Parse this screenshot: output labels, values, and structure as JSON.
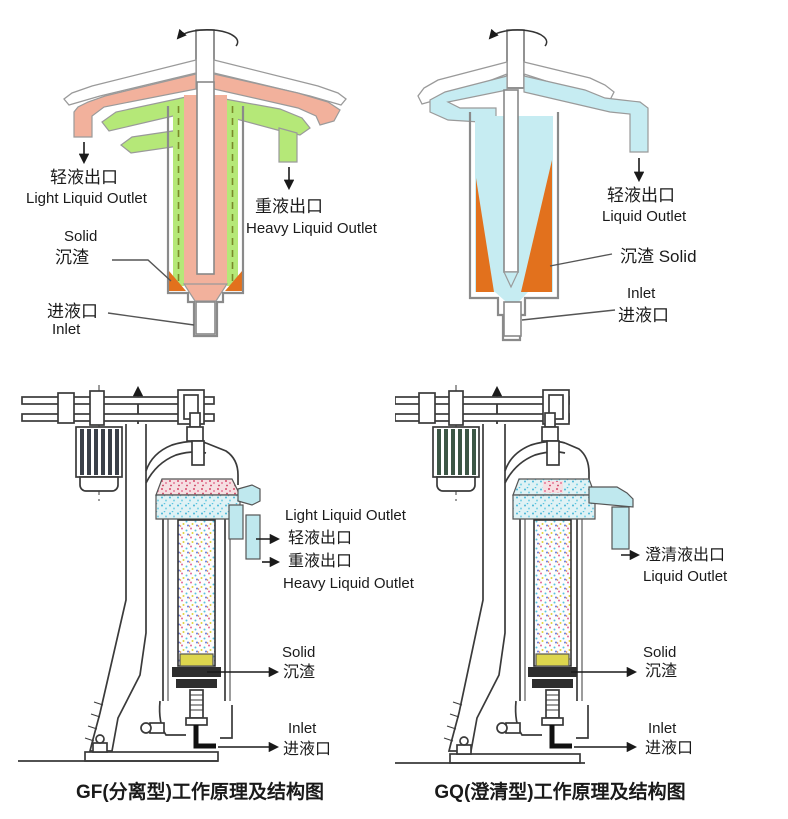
{
  "colors": {
    "light_liquid_pink": "#f2b19c",
    "heavy_liquid_green": "#b5e878",
    "clarified_cyan": "#c6ecf2",
    "solid_orange": "#e2711d",
    "line_gray": "#8a8a8a",
    "text_dark": "#1a1a1a"
  },
  "gf_schematic": {
    "light_outlet_zh": "轻液出口",
    "light_outlet_en": "Light Liquid Outlet",
    "heavy_outlet_zh": "重液出口",
    "heavy_outlet_en": "Heavy Liquid Outlet",
    "solid_en": "Solid",
    "solid_zh": "沉渣",
    "inlet_zh": "进液口",
    "inlet_en": "Inlet"
  },
  "gq_schematic": {
    "outlet_zh": "轻液出口",
    "outlet_en": "Liquid Outlet",
    "solid_label": "沉渣 Solid",
    "inlet_en": "Inlet",
    "inlet_zh": "进液口"
  },
  "gf_structure": {
    "light_outlet_en": "Light Liquid Outlet",
    "light_outlet_zh": "轻液出口",
    "heavy_outlet_zh": "重液出口",
    "heavy_outlet_en": "Heavy Liquid Outlet",
    "solid_en": "Solid",
    "solid_zh": "沉渣",
    "inlet_en": "Inlet",
    "inlet_zh": "进液口",
    "caption": "GF(分离型)工作原理及结构图"
  },
  "gq_structure": {
    "outlet_zh": "澄清液出口",
    "outlet_en": "Liquid Outlet",
    "solid_en": "Solid",
    "solid_zh": "沉渣",
    "inlet_en": "Inlet",
    "inlet_zh": "进液口",
    "caption": "GQ(澄清型)工作原理及结构图"
  }
}
